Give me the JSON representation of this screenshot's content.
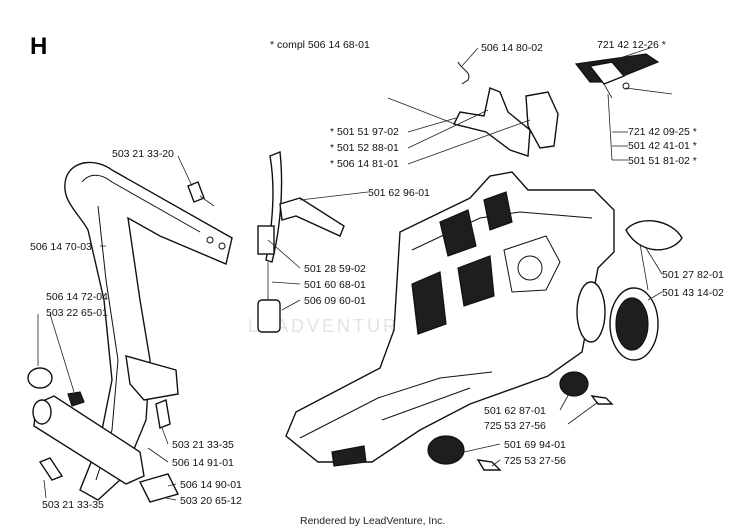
{
  "section_letter": "H",
  "compl_note": "*  compl 506 14 68-01",
  "watermark": "LEADVENTURE",
  "footer": "Rendered by LeadVenture, Inc.",
  "labels": {
    "l01": "506 14 80-02",
    "l02": "721 42 12-26  *",
    "l03": "721 42 09-25  *",
    "l04": "501 42 41-01  *",
    "l05": "501 51 81-02  *",
    "l06": "*  501 51 97-02",
    "l07": "*  501 52 88-01",
    "l08": "*  506 14 81-01",
    "l09": "503 21 33-20",
    "l10": "501 62 96-01",
    "l11": "506 14 70-03",
    "l12": "501 28 59-02",
    "l13": "501 60 68-01",
    "l14": "506 09 60-01",
    "l15": "501 27 82-01",
    "l16": "501 43 14-02",
    "l17": "506 14 72-04",
    "l18": "503 22 65-01",
    "l19": "501 62 87-01",
    "l20": "725 53 27-56",
    "l21": "503 21 33-35",
    "l22": "506 14 91-01",
    "l23": "501 69 94-01",
    "l24": "725 53 27-56",
    "l25": "506 14 90-01",
    "l26": "503 20 65-12",
    "l27": "503 21 33-35"
  }
}
